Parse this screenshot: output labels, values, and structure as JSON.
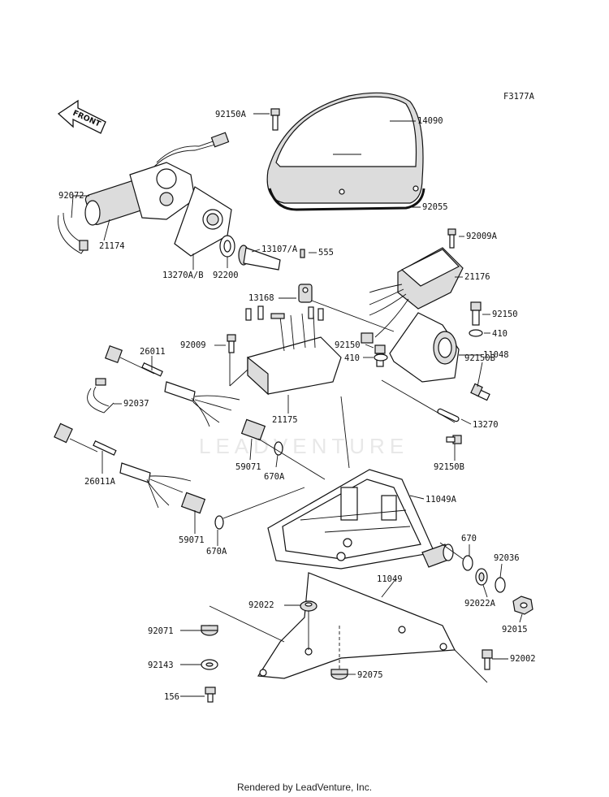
{
  "figure_code": "F3177A",
  "front_label": "FRONT",
  "watermark": "LEADVENTURE",
  "footer": "Rendered by LeadVenture, Inc.",
  "parts": {
    "p92150A": "92150A",
    "p14090": "14090",
    "p92072": "92072",
    "p21174": "21174",
    "p92055": "92055",
    "p13270AB": "13270A/B",
    "p92200": "92200",
    "p13107A": "13107/A",
    "p555": "555",
    "p92009A": "92009A",
    "p21176": "21176",
    "p13168": "13168",
    "p92150": "92150",
    "p410a": "410",
    "p92009": "92009",
    "p11048": "11048",
    "p26011": "26011",
    "p92150_2": "92150",
    "p410b": "410",
    "p92150B_1": "92150B",
    "p92037": "92037",
    "p21175": "21175",
    "p13270": "13270",
    "p59071a": "59071",
    "p670Aa": "670A",
    "p92150B_2": "92150B",
    "p26011A": "26011A",
    "p11049A": "11049A",
    "p59071b": "59071",
    "p670": "670",
    "p670Ab": "670A",
    "p92036": "92036",
    "p11049": "11049",
    "p92022": "92022",
    "p92022A": "92022A",
    "p92071": "92071",
    "p92015": "92015",
    "p92002": "92002",
    "p92143": "92143",
    "p92075": "92075",
    "p156": "156"
  }
}
